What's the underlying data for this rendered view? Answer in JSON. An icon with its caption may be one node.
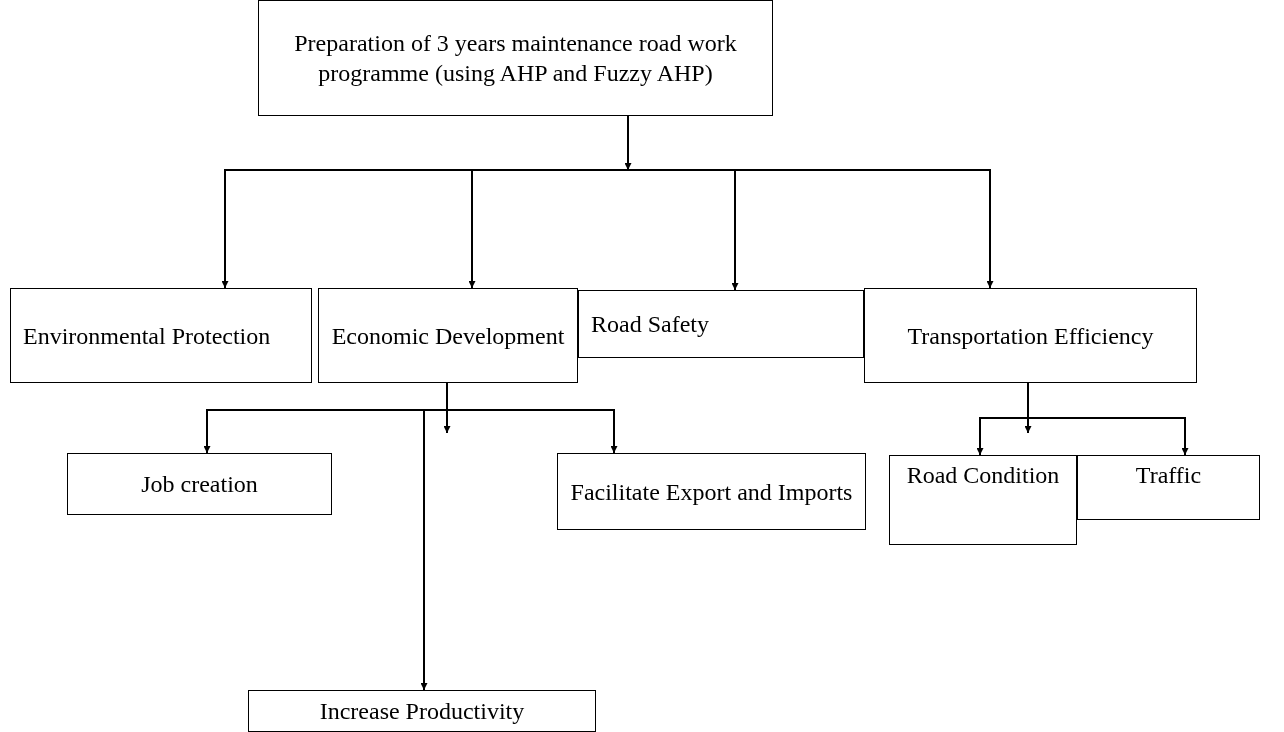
{
  "diagram": {
    "nodes": [
      {
        "text": [
          "Preparation of 3 years maintenance road work programme (using AHP and Fuzzy AHP)"
        ]
      },
      {
        "text": [
          "Environmental Protection"
        ]
      },
      {
        "text": [
          "Economic Development"
        ]
      },
      {
        "text": [
          "Road Safety"
        ]
      },
      {
        "text": [
          "Transportation Efficiency"
        ]
      },
      {
        "text": [
          "Job creation"
        ]
      },
      {
        "text": [
          "Facilitate Export and Imports"
        ]
      },
      {
        "text": [
          "Road Condition"
        ]
      },
      {
        "text": [
          "Traffic"
        ]
      },
      {
        "text": [
          "Increase Productivity"
        ]
      }
    ],
    "edges": [
      {
        "from": 0,
        "to": 1,
        "arrow": "to"
      },
      {
        "from": 0,
        "to": 2,
        "arrow": "to"
      },
      {
        "from": 0,
        "to": 3,
        "arrow": "to"
      },
      {
        "from": 0,
        "to": 4,
        "arrow": "to"
      },
      {
        "from": 2,
        "to": 5,
        "arrow": "to"
      },
      {
        "from": 2,
        "to": 9,
        "arrow": "to"
      },
      {
        "from": 2,
        "to": 6,
        "arrow": "to"
      },
      {
        "from": 4,
        "to": 7,
        "arrow": "to"
      },
      {
        "from": 4,
        "to": 8,
        "arrow": "to"
      }
    ]
  }
}
